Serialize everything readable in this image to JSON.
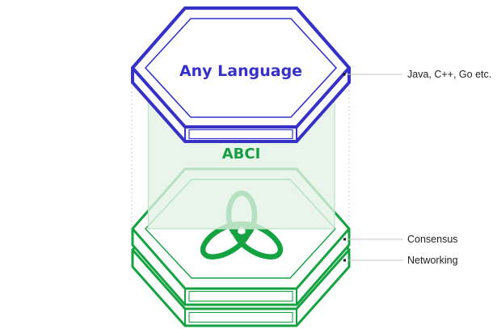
{
  "diagram": {
    "top_layer": {
      "label": "Any Language"
    },
    "connector": {
      "label": "ABCI"
    },
    "callouts": {
      "languages": {
        "label": "Java, C++, Go etc."
      },
      "consensus": {
        "label": "Consensus"
      },
      "networking": {
        "label": "Networking"
      }
    }
  },
  "colors": {
    "blue": "#3632c8",
    "green": "#15a342",
    "green-text": "#189e42",
    "panel-fill": "#E3F2E5C7",
    "panel-edge": "#bfe3c8",
    "label-text": "#1f1f1f",
    "callout-line": "#c4c4c4",
    "dotted-line": "#c9c9c9"
  }
}
